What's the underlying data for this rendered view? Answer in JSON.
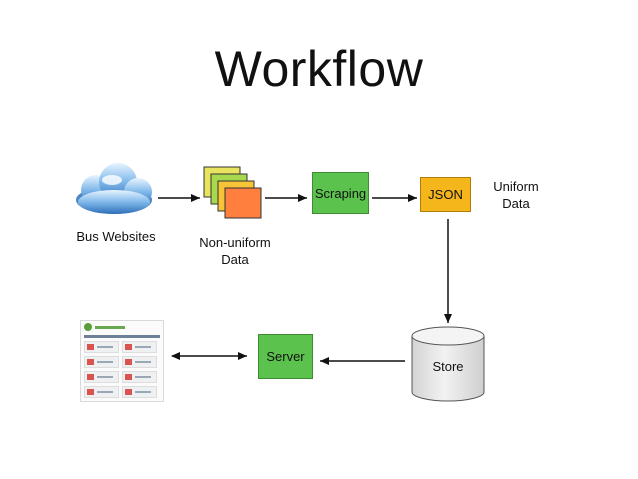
{
  "title": "Workflow",
  "nodes": {
    "bus_websites": "Bus Websites",
    "non_uniform": [
      "Non-uniform",
      "Data"
    ],
    "scraping": "Scraping",
    "json": "JSON",
    "uniform": [
      "Uniform",
      "Data"
    ],
    "store": "Store",
    "server": "Server"
  },
  "colors": {
    "scraping_fill": "#5cc24e",
    "json_fill": "#f5b61c",
    "server_fill": "#5cc24e",
    "doc_fills": [
      "#eae35f",
      "#a7d84e",
      "#f7c437",
      "#ff7f3f"
    ],
    "store_fill": "#e6e6e6"
  }
}
